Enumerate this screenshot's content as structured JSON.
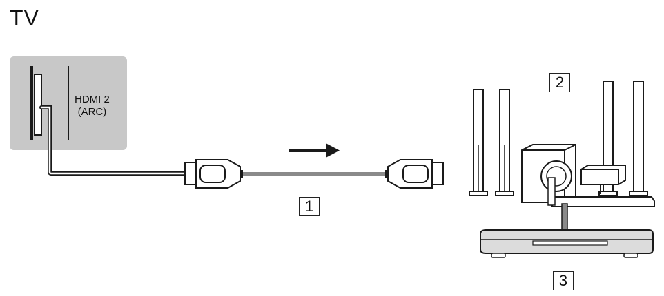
{
  "tv": {
    "title": "TV",
    "port_line1": "HDMI 2",
    "port_line2": "(ARC)"
  },
  "callouts": {
    "cable": "1",
    "speakers": "2",
    "receiver": "3"
  },
  "colors": {
    "panel_gray": "#c8c8c8",
    "cable_gray": "#8a8a8a",
    "line": "#1a1a1a",
    "receiver_gray": "#dcdcdc"
  },
  "icons": [
    "tv-panel",
    "hdmi-plug-icon",
    "arrow-right-icon",
    "tower-speaker-icon",
    "subwoofer-icon",
    "center-speaker-icon",
    "receiver-icon"
  ]
}
